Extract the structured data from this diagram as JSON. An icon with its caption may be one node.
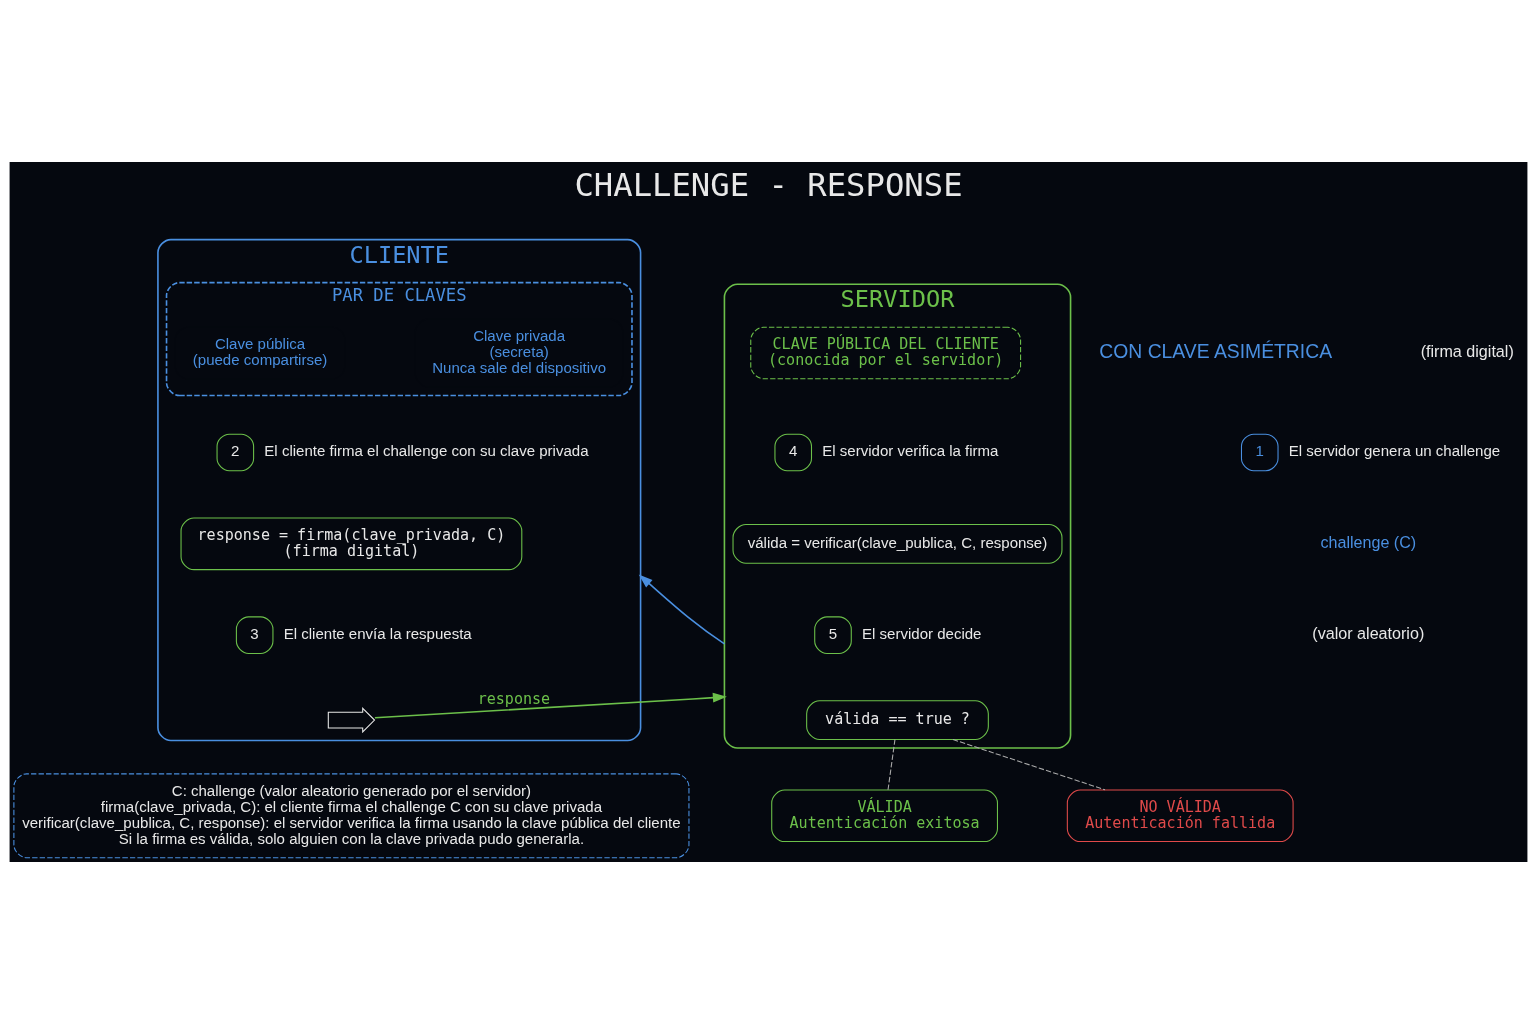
{
  "diagram": {
    "title": "CHALLENGE - RESPONSE",
    "nodes": [
      {
        "text": [
          "CLIENTE"
        ]
      },
      {
        "text": [
          "PAR DE CLAVES"
        ],
        "in": 0
      },
      {
        "text": [
          "Clave privada",
          "(secreta)",
          "Nunca sale del dispositivo"
        ],
        "in": 1
      },
      {
        "text": [
          "Clave pública",
          "(puede compartirse)"
        ],
        "in": 1
      },
      {
        "text": [
          "2"
        ],
        "beside": [
          "El cliente firma el challenge con su clave privada"
        ],
        "in": 0
      },
      {
        "text": [
          "response = firma(clave_privada, C)",
          "(firma digital)"
        ],
        "in": 0
      },
      {
        "text": [
          "3"
        ],
        "beside": [
          "El cliente envía la respuesta"
        ],
        "in": 0
      },
      {
        "text": [],
        "shape": "key",
        "in": 0
      },
      {
        "text": [
          "1"
        ],
        "beside": [
          "El servidor genera un challenge"
        ]
      },
      {
        "text": [
          "SERVIDOR"
        ]
      },
      {
        "text": [
          "CLAVE PÚBLICA DEL CLIENTE",
          "(conocida por el servidor)"
        ],
        "in": 9
      },
      {
        "text": [
          "4"
        ],
        "beside": [
          "El servidor verifica la firma"
        ],
        "in": 9
      },
      {
        "text": [
          "válida = verificar(clave_publica, C, response)"
        ],
        "in": 9
      },
      {
        "text": [
          "5"
        ],
        "beside": [
          "El servidor decide"
        ],
        "in": 9
      },
      {
        "text": [
          "válida == true ?"
        ],
        "in": 9
      },
      {
        "text": [
          "C: challenge (valor aleatorio generado por el servidor)",
          "firma(clave_privada, C): el cliente firma el challenge C con su clave privada",
          "verificar(clave_publica, C, response): el servidor verifica la firma usando la clave pública del cliente",
          "Si la firma es válida, solo alguien con la clave privada pudo generarla."
        ]
      },
      {
        "text": [
          "VÁLIDA",
          "Autenticación exitosa"
        ]
      },
      {
        "text": [
          "NO VÁLIDA",
          "Autenticación fallida"
        ]
      }
    ],
    "edges": [
      {
        "from": 7,
        "to": 9,
        "arrow": "to",
        "label": "response",
        "color": "#6cc04a"
      },
      {
        "from": 9,
        "to": 0,
        "arrow": "to",
        "color": "#4a8fe0"
      },
      {
        "from": 14,
        "to": 16,
        "arrow": "none",
        "style": "dashed",
        "color": "#aaaaaa"
      },
      {
        "from": 14,
        "to": 17,
        "arrow": "none",
        "style": "dashed",
        "color": "#aaaaaa"
      }
    ],
    "labels": [
      "CON CLAVE ASIMÉTRICA",
      "challenge (C)",
      "(valor aleatorio)",
      "(firma digital)"
    ]
  }
}
